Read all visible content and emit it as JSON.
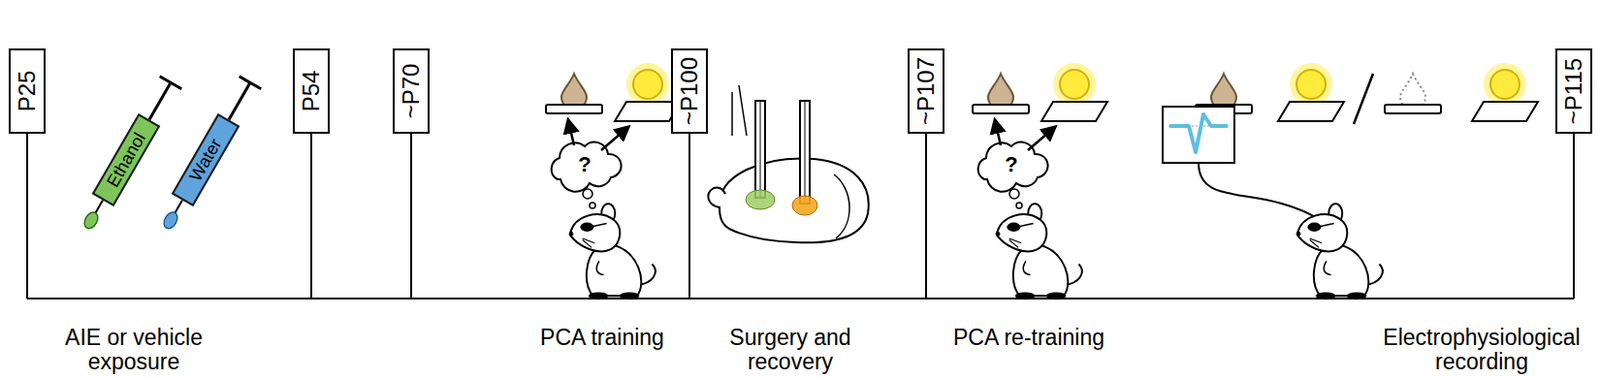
{
  "diagram": {
    "nodes": [
      {
        "text": [
          "P25"
        ]
      },
      {
        "text": [
          "Ethanol"
        ]
      },
      {
        "text": [
          "Water"
        ]
      },
      {
        "text": [
          "P54"
        ]
      },
      {
        "text": [
          "~P70"
        ]
      },
      {
        "text": [
          "~P100"
        ]
      },
      {
        "text": [
          "~P107"
        ]
      },
      {
        "text": [
          "~P115"
        ]
      }
    ],
    "labels": [
      "?",
      "?",
      "AIE or vehicle exposure",
      "PCA training",
      "Surgery and recovery",
      "PCA re-training",
      "Electrophysiological recording"
    ]
  }
}
